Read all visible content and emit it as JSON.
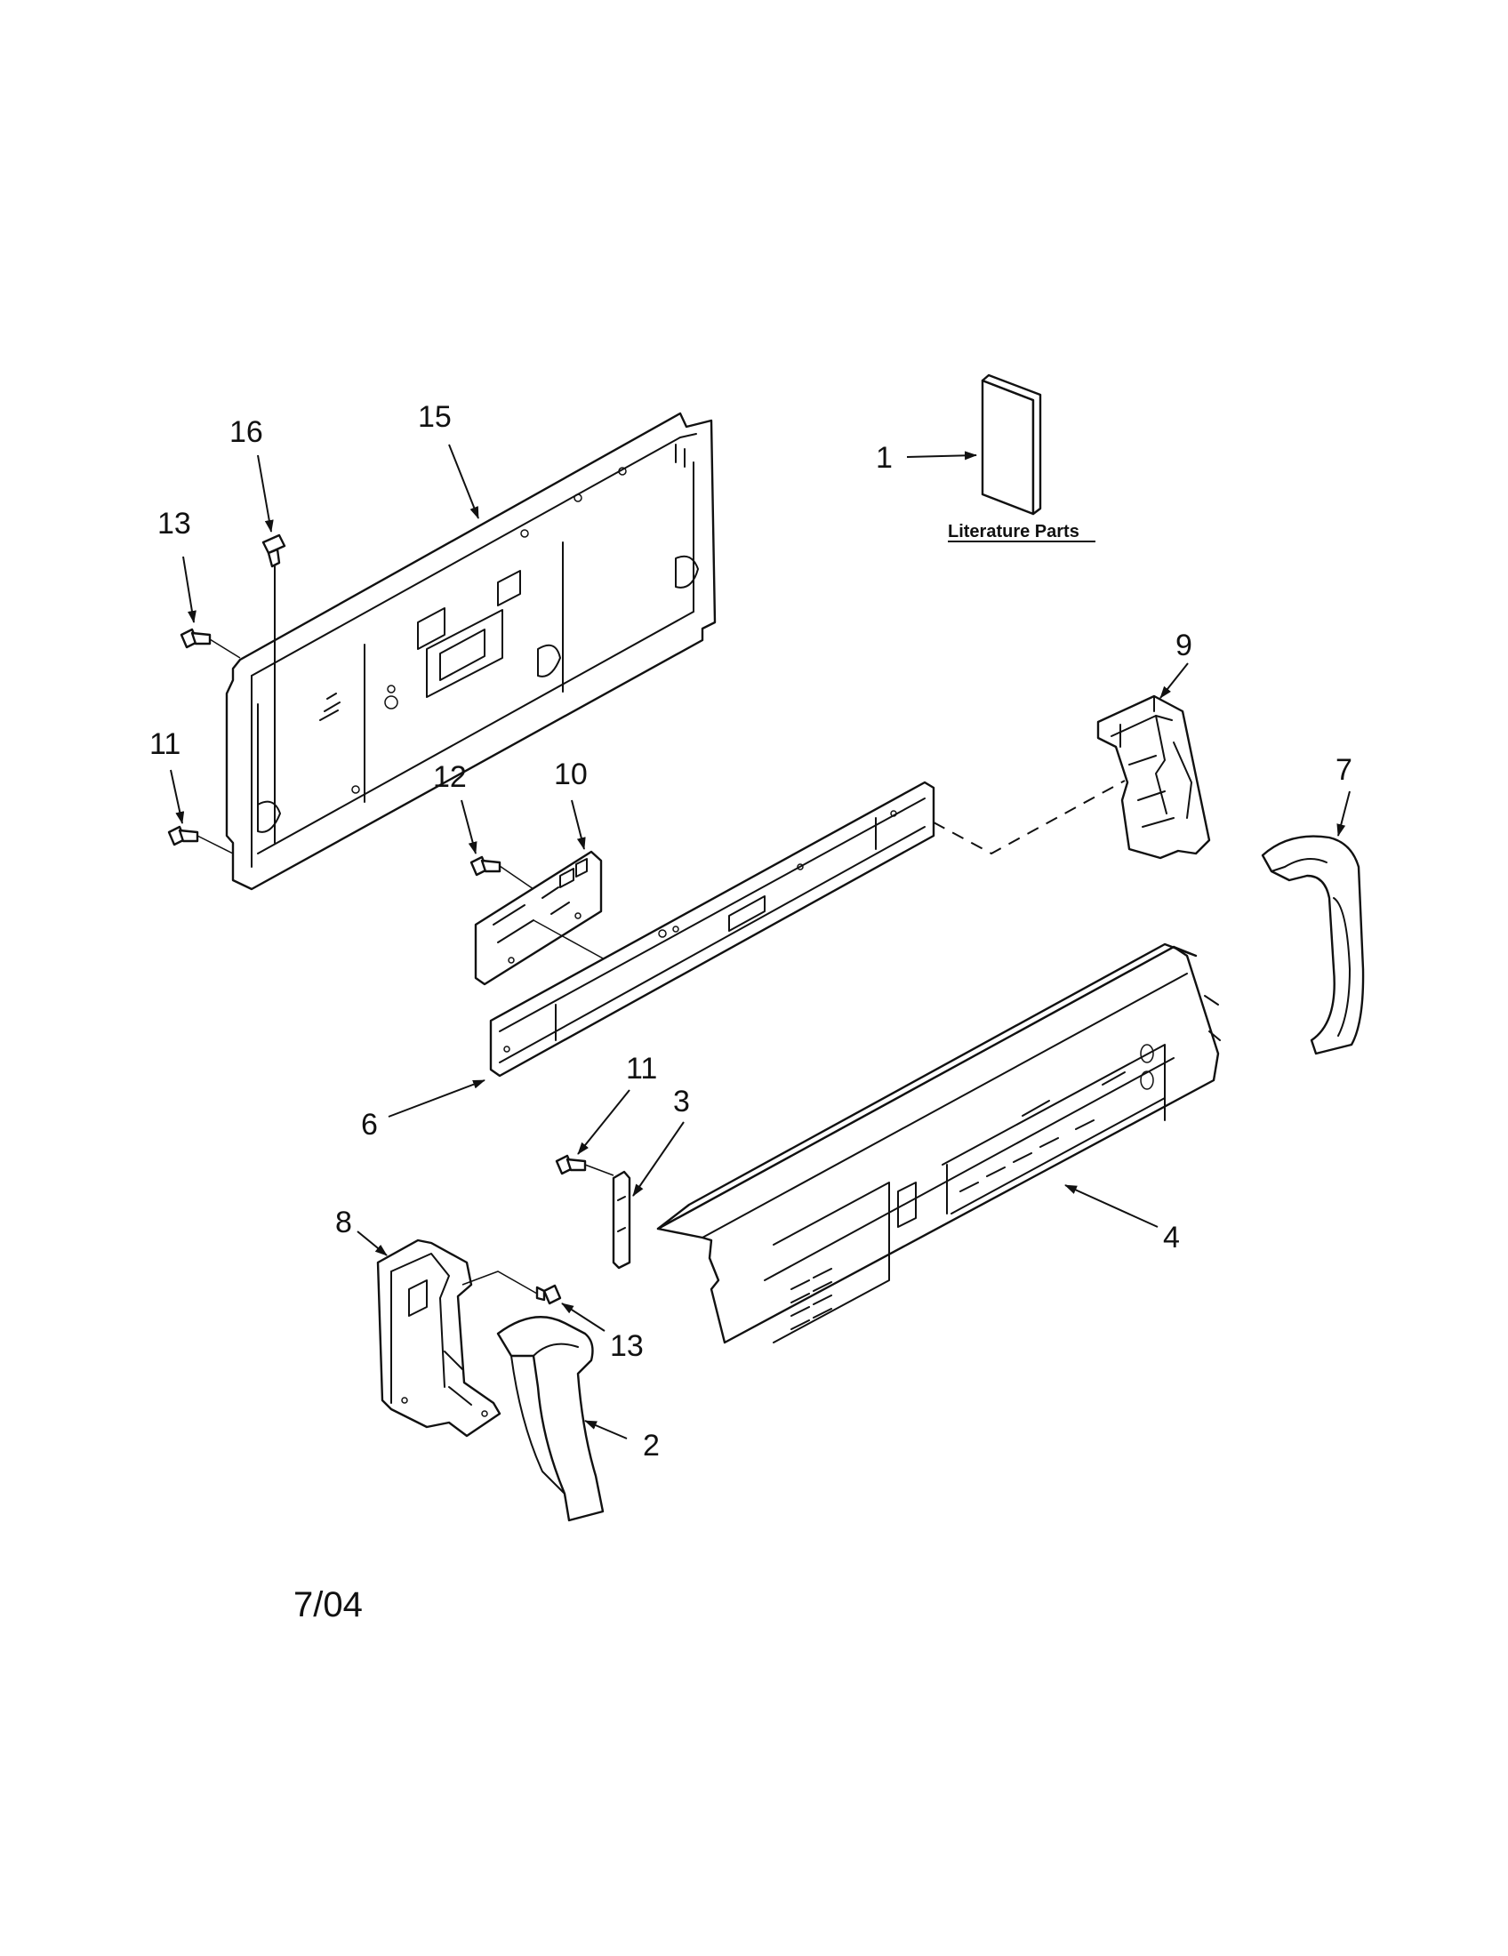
{
  "callouts": {
    "c1": "1",
    "c2": "2",
    "c3": "3",
    "c4": "4",
    "c6": "6",
    "c7": "7",
    "c8": "8",
    "c9": "9",
    "c10": "10",
    "c11a": "11",
    "c11b": "11",
    "c12": "12",
    "c13a": "13",
    "c13b": "13",
    "c15": "15",
    "c16": "16"
  },
  "literature_label": "Literature Parts",
  "date": "7/04"
}
